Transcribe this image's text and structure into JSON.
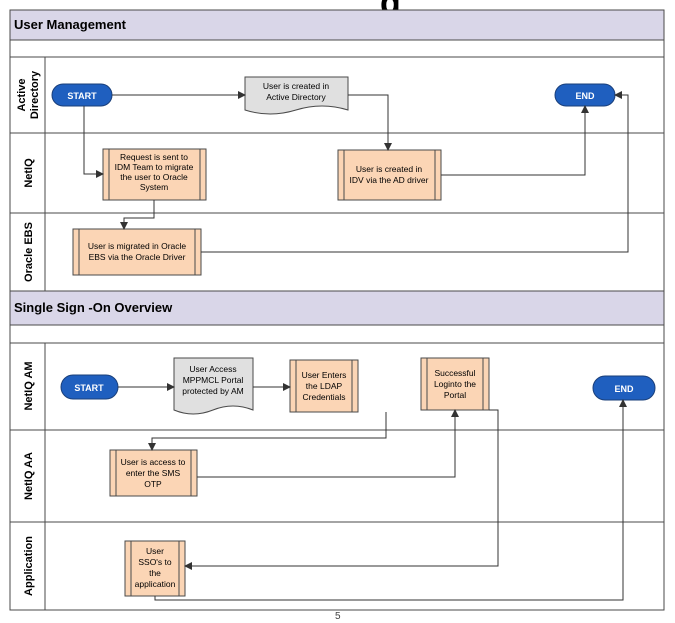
{
  "page": {
    "title_fragment": "g",
    "page_number": "5"
  },
  "colors": {
    "header_fill": "#d9d6e8",
    "process_fill": "#fbd5b5",
    "terminal_fill": "#1f5fbf",
    "document_fill": "#e0e0e0",
    "border": "#4a4a4a",
    "line": "#333333"
  },
  "sections": [
    {
      "title": "User Management",
      "lanes": [
        "Active Directory",
        "NetIQ",
        "Oracle EBS"
      ],
      "nodes": {
        "start": "START",
        "doc": [
          "User is created in",
          "Active Directory"
        ],
        "end": "END",
        "request": [
          "Request is sent to",
          "IDM Team to migrate",
          "the user to Oracle",
          "System"
        ],
        "idv": [
          "User is created in",
          "IDV via the AD driver"
        ],
        "ebs": [
          "User is migrated in Oracle",
          "EBS via the Oracle Driver"
        ]
      }
    },
    {
      "title": "Single Sign -On Overview",
      "lanes": [
        "NetIQ AM",
        "NetIQ AA",
        "Application"
      ],
      "nodes": {
        "start": "START",
        "doc": [
          "User Access",
          "MPPMCL Portal",
          "protected by AM"
        ],
        "ldap": [
          "User Enters",
          "the LDAP",
          "Credentials"
        ],
        "success": [
          "Successful",
          "Loginto the",
          "Portal"
        ],
        "end": "END",
        "otp": [
          "User is access to",
          "enter the SMS",
          "OTP"
        ],
        "sso": [
          "User",
          "SSO's to",
          "the",
          "application"
        ]
      }
    }
  ]
}
